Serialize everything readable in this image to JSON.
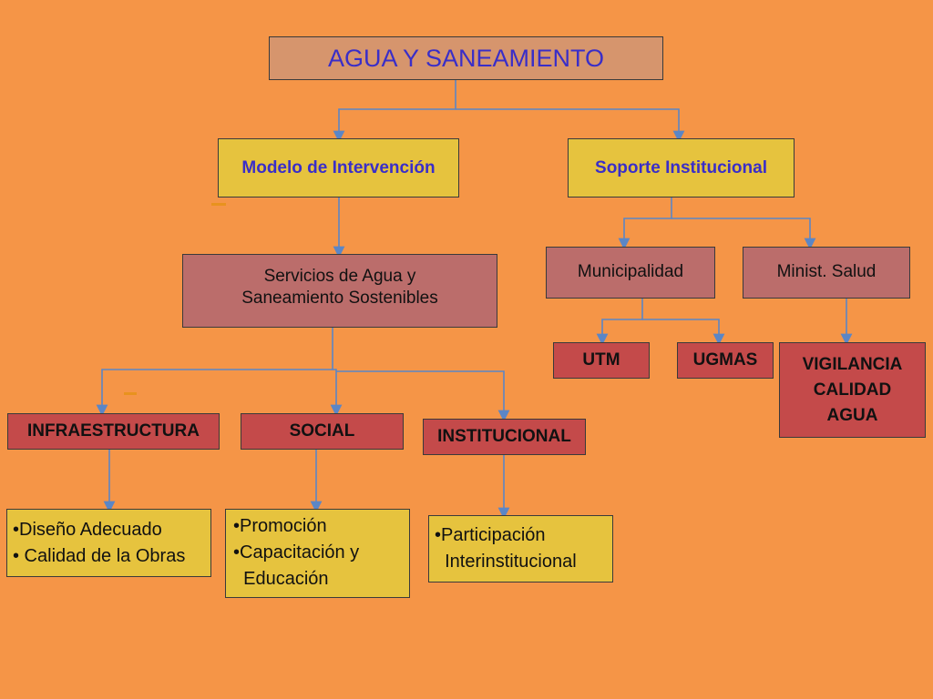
{
  "root": {
    "title": "AGUA Y SANEAMIENTO"
  },
  "level1": {
    "left": "Modelo de Intervención",
    "right": "Soporte Institucional"
  },
  "level2": {
    "services_line1": "Servicios de Agua y",
    "services_line2": "Saneamiento Sostenibles",
    "municipalidad": "Municipalidad",
    "minsalud": "Minist. Salud"
  },
  "level3": {
    "infraestructura": "INFRAESTRUCTURA",
    "social": "SOCIAL",
    "institucional": "INSTITUCIONAL",
    "utm": "UTM",
    "ugmas": "UGMAS",
    "vigilancia": [
      "VIGILANCIA",
      "CALIDAD",
      "AGUA"
    ]
  },
  "details": {
    "infraestructura": [
      "•Diseño Adecuado",
      "• Calidad de la Obras"
    ],
    "social": [
      "•Promoción",
      "•Capacitación y",
      "  Educación"
    ],
    "institucional": [
      "•Participación",
      "  Interinstitucional"
    ]
  },
  "colors": {
    "background": "#f59547",
    "title_fill": "#d6956d",
    "yellow_fill": "#e6c33e",
    "mauve_fill": "#bb6d6b",
    "red_fill": "#c44a4a",
    "title_text": "#3a2ec8",
    "connector": "#5b86c6"
  }
}
